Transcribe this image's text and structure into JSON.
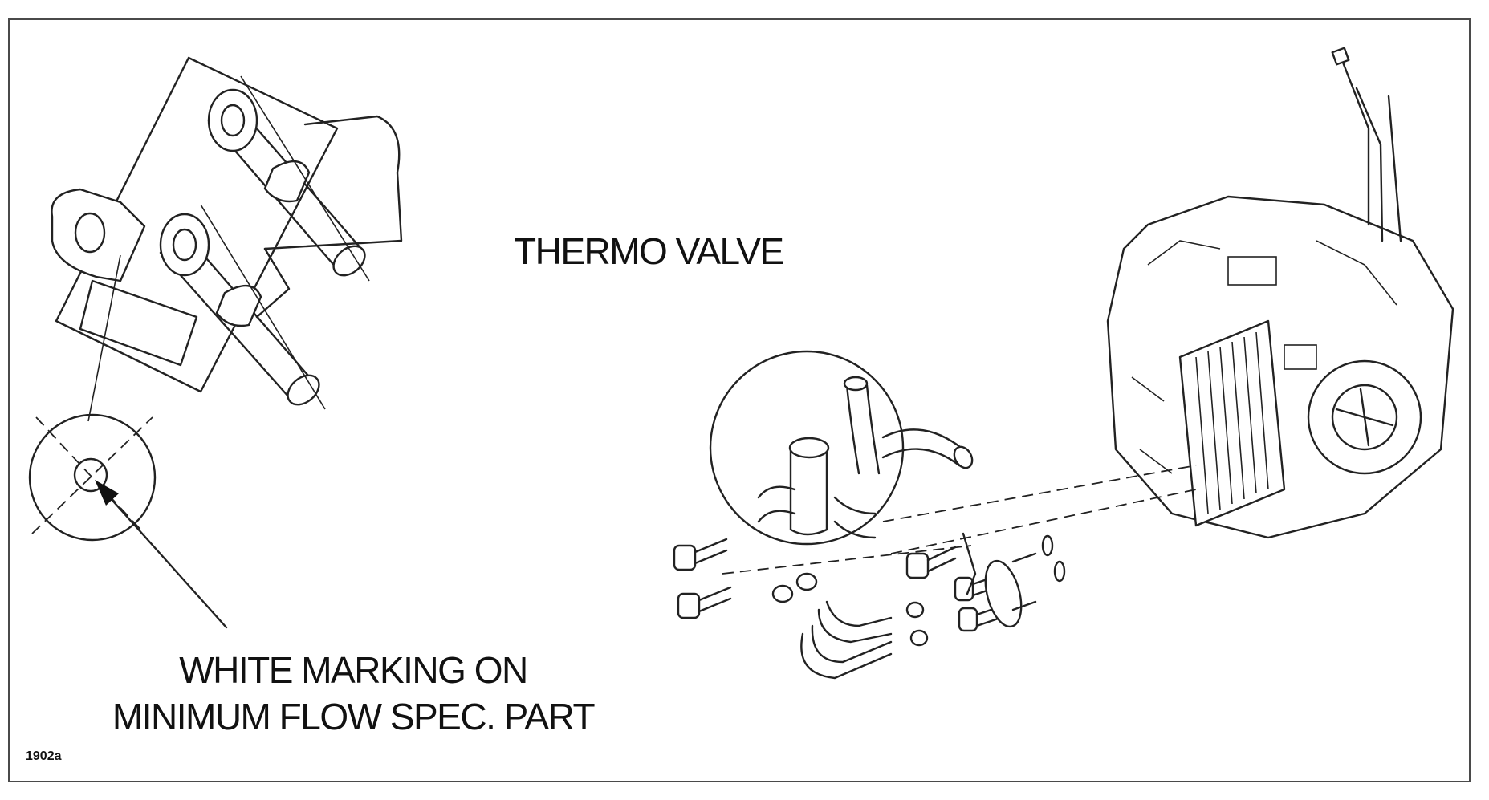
{
  "labels": {
    "thermo_valve": "THERMO VALVE",
    "white_marking_line1": "WHITE MARKING ON",
    "white_marking_line2": "MINIMUM FLOW SPEC. PART",
    "figure_code": "1902a"
  }
}
